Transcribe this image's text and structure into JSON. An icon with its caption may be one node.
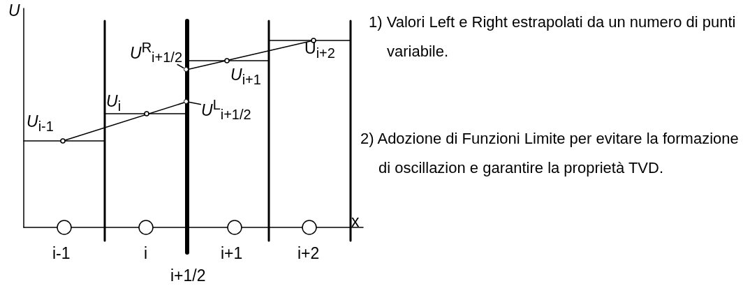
{
  "diagram": {
    "nodes": [
      {
        "text": [
          "*U*$^{R}$$_{i+1/2}$"
        ]
      },
      {
        "text": [],
        "shape": "circle"
      },
      {
        "text": [
          "*U*$^{L}$$_{i+1/2}$"
        ]
      },
      {
        "text": [],
        "shape": "circle"
      }
    ],
    "edges": [
      {
        "from": 0,
        "to": 1,
        "arrow": "none"
      },
      {
        "from": 2,
        "to": 3,
        "arrow": "none"
      }
    ],
    "labels": [
      "*U*",
      "U$_{i+2}$",
      "*U*$_{i+1}$",
      "*U*$_{i}$",
      "*U*$_{i-1}$",
      "x",
      "i-1",
      "i",
      "i+1",
      "i+2",
      "i+1/2",
      "1) Valori Left e Right estrapolati da un numero di punti variabile.",
      "2) Adozione di Funzioni Limite per evitare la formazione di oscillazion e garantire la proprietà TVD."
    ]
  }
}
